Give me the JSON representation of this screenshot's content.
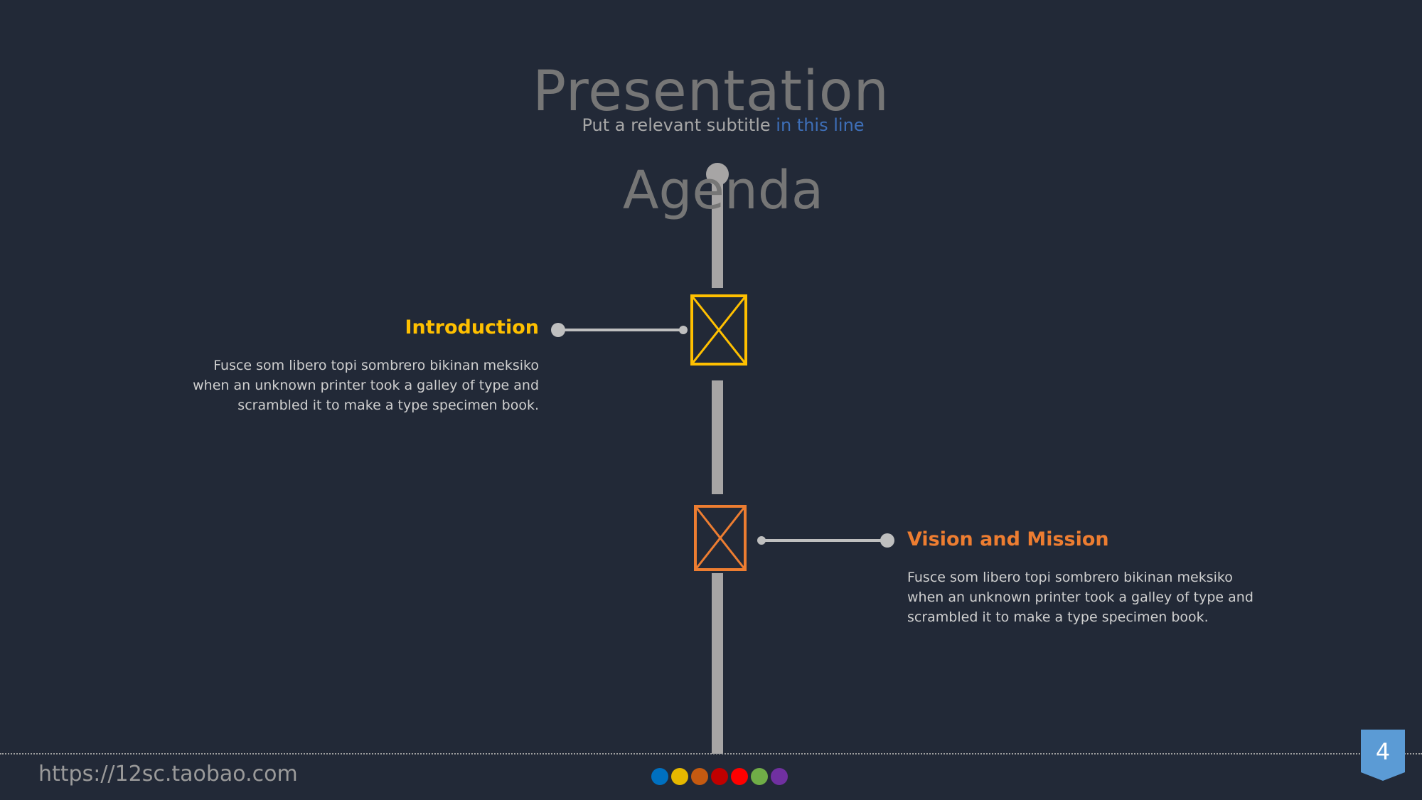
{
  "header": {
    "title": "Presentation",
    "subtitle_main": "Put a relevant subtitle ",
    "subtitle_accent": "in this line",
    "heading": "Agenda"
  },
  "items": [
    {
      "title": "Introduction",
      "description": "Fusce som libero topi sombrero bikinan meksiko when an unknown printer took a galley of type and scrambled it to make a type specimen book.",
      "color": "#ffc000",
      "icon": "image-placeholder-icon"
    },
    {
      "title": "Vision and Mission",
      "description": "Fusce som libero topi sombrero bikinan meksiko when an unknown printer took a galley of type and scrambled it to make a type specimen book.",
      "color": "#ed7d31",
      "icon": "image-placeholder-icon"
    }
  ],
  "footer": {
    "url": "https://12sc.taobao.com",
    "palette": [
      "#0070c0",
      "#e6b800",
      "#c55a11",
      "#c00000",
      "#ff0000",
      "#70ad47",
      "#7030a0"
    ],
    "page_number": "4",
    "badge_color": "#5b9bd5"
  },
  "colors": {
    "background": "#222937",
    "spine": "#a7a5a5",
    "accent_blue": "#3e6fb8"
  }
}
